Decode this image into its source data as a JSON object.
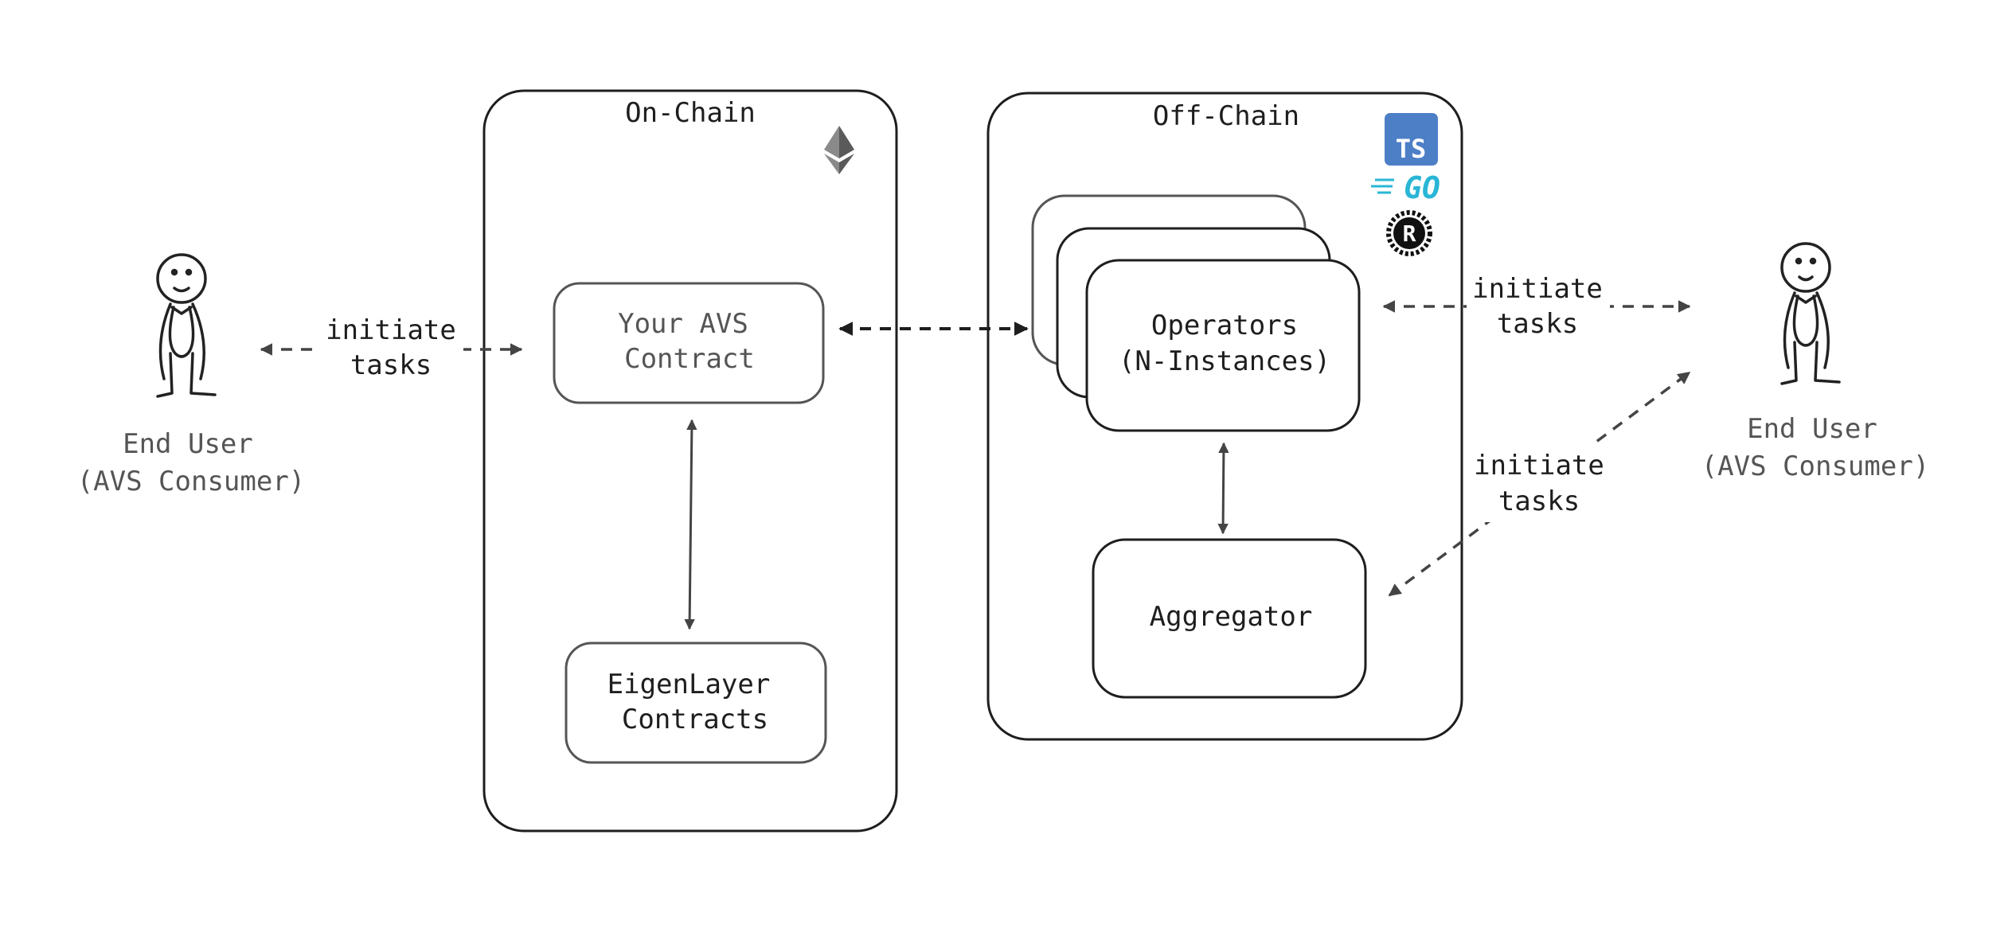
{
  "on_chain": {
    "title": "On-Chain",
    "avs_contract": {
      "line1": "Your AVS",
      "line2": "Contract"
    },
    "eigenlayer": {
      "line1": "EigenLayer",
      "line2": "Contracts"
    },
    "chain_icon": "ethereum-icon"
  },
  "off_chain": {
    "title": "Off-Chain",
    "operators": {
      "line1": "Operators",
      "line2": "(N-Instances)"
    },
    "aggregator": {
      "label": "Aggregator"
    },
    "language_icons": {
      "typescript": {
        "icon": "typescript-icon",
        "text": "TS"
      },
      "go": {
        "icon": "go-icon",
        "text": "GO"
      },
      "rust": {
        "icon": "rust-icon",
        "text": "R"
      }
    }
  },
  "left_user": {
    "line1": "End User",
    "line2": "(AVS Consumer)"
  },
  "right_user": {
    "line1": "End User",
    "line2": "(AVS Consumer)"
  },
  "edge_labels": {
    "left_task": {
      "line1": "initiate",
      "line2": "tasks"
    },
    "right_top_task": {
      "line1": "initiate",
      "line2": "tasks"
    },
    "right_bottom_task": {
      "line1": "initiate",
      "line2": "tasks"
    }
  },
  "colors": {
    "stroke": "#1e1e1e",
    "muted_text": "#555555",
    "ts_blue": "#3178c6",
    "go_cyan": "#29b6d6"
  }
}
